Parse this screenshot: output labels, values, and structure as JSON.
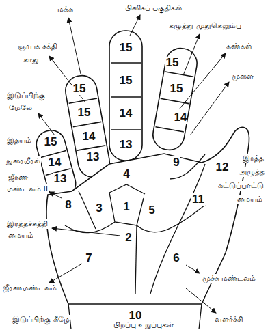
{
  "diagram": {
    "labels": [
      "மக்க",
      "பினிசப் பகுதிகள்",
      "கழுத்து முதுகெலும்பு",
      "கண்கள்",
      "மூளை",
      "ஞாபக சக்தி",
      "காது",
      "இடுப்பிற்கு",
      "மேலே",
      "இதயம்",
      "நுரையீரல்",
      "ஜீரண",
      "மண்டலம் II",
      "இரத்தச்சுத்தி",
      "மையம்",
      "ஜீரணமண்டலம்",
      "இடுப்பிற்கு கீழே",
      "இரத்த",
      "அழுத்த",
      "கட்டுப்பாட்டு",
      "மையம்",
      "மூச்சு மண்டலம்",
      "வளர்ச்சி",
      "பிறப்பு உறுப்புகள்",
      "15",
      "14",
      "13",
      "8",
      "15",
      "15",
      "14",
      "13",
      "15",
      "15",
      "14",
      "13",
      "15",
      "15",
      "14",
      "12",
      "9",
      "4",
      "3",
      "1",
      "5",
      "11",
      "2",
      "7",
      "6",
      "10"
    ]
  }
}
